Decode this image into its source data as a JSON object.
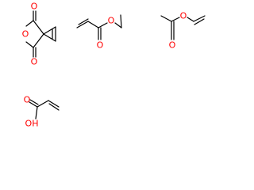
{
  "colors": {
    "bond": "#000000",
    "oxygen": "#ff0000",
    "background": "#ffffff"
  },
  "molecules": {
    "maleic_anhydride": {
      "atom_labels": [
        "O",
        "O",
        "O"
      ]
    },
    "ethyl_acrylate": {
      "atom_labels": [
        "O",
        "O"
      ]
    },
    "vinyl_acetate": {
      "atom_labels": [
        "O",
        "O"
      ]
    },
    "acrylic_acid": {
      "atom_labels": [
        "O",
        "OH"
      ]
    }
  }
}
